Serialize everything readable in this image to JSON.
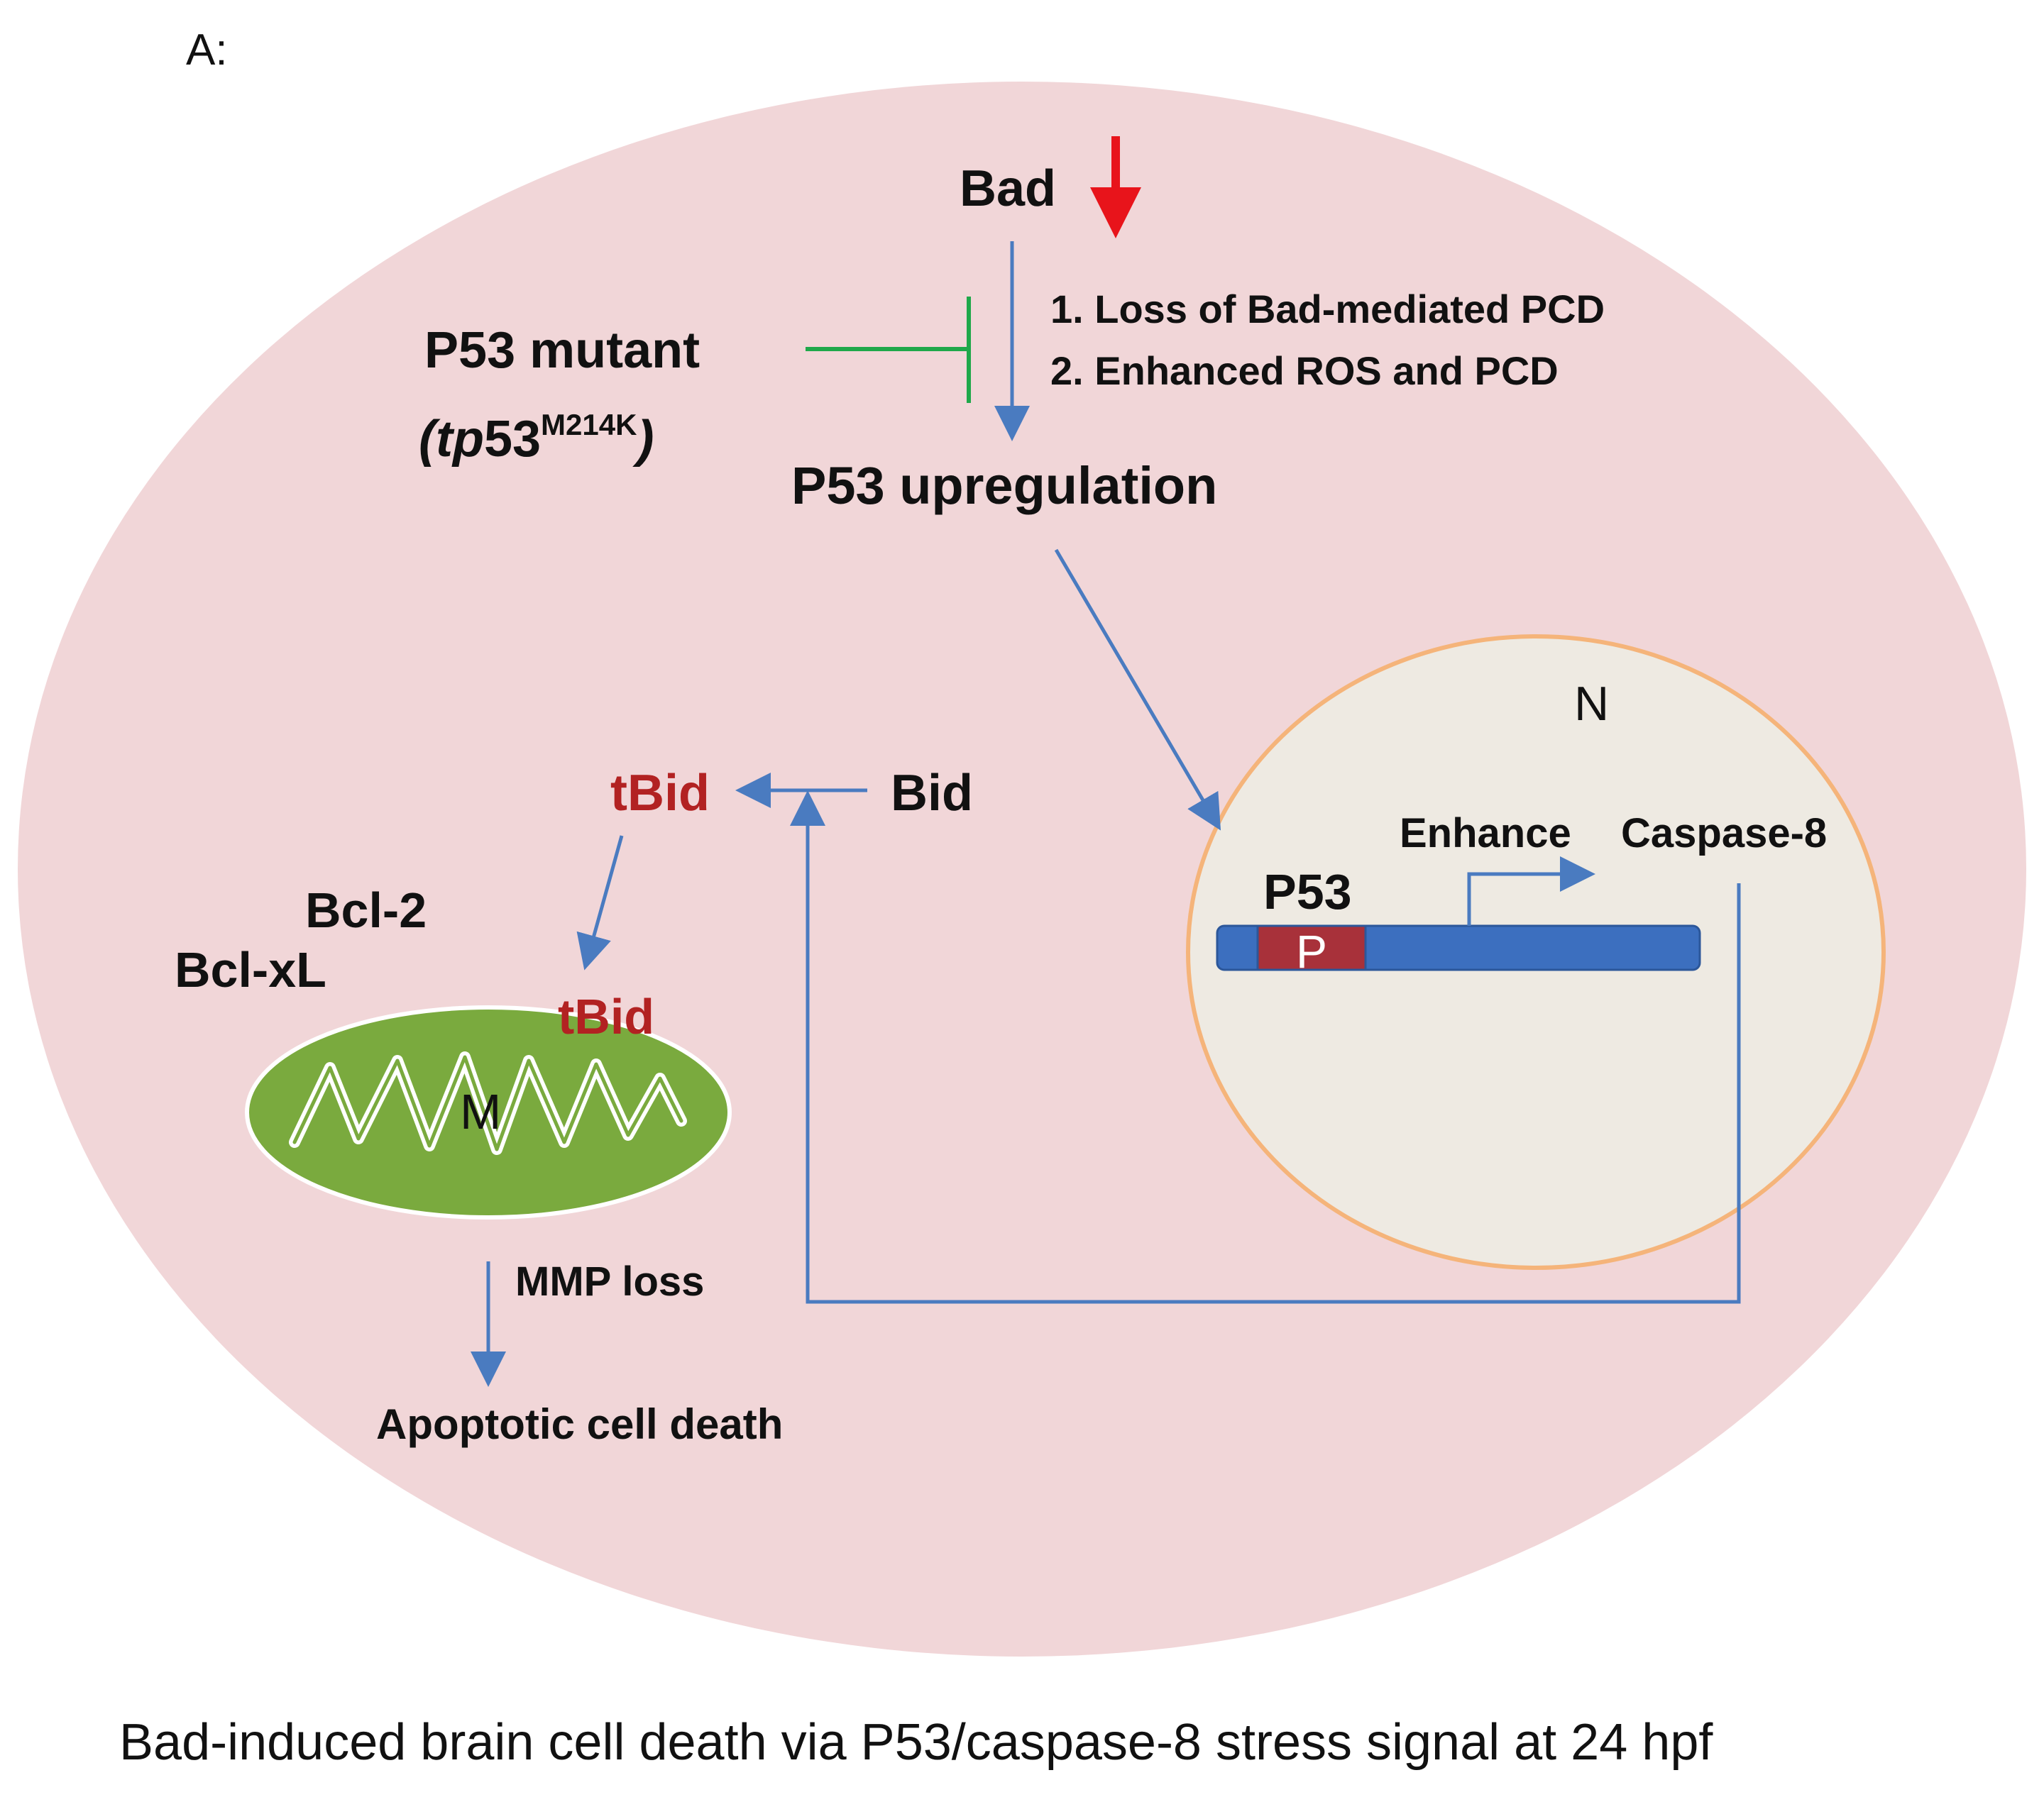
{
  "panel_label": "A:",
  "labels": {
    "bad": "Bad",
    "step_1": "1. Loss of Bad-mediated PCD",
    "step_2": "2. Enhanced ROS and PCD",
    "p53_mutant": "P53 mutant",
    "allele_open": "(",
    "allele_gene": "tp",
    "allele_num": "53",
    "allele_sup": "M214K",
    "allele_close": ")",
    "p53_upregulation": "P53 upregulation",
    "nucleus": "N",
    "bid": "Bid",
    "tbid_cytosol": "tBid",
    "tbid_mito": "tBid",
    "enhance": "Enhance",
    "caspase8": "Caspase-8",
    "p53_gene": "P53",
    "promoter": "P",
    "bcl2": "Bcl-2",
    "bclxl": "Bcl-xL",
    "mitochondrion": "M",
    "mmp_loss": "MMP loss",
    "apoptotic": "Apoptotic cell death"
  },
  "caption": "Bad-induced brain cell death via P53/caspase-8 stress signal at 24 hpf",
  "colors": {
    "cell_fill": "#f1d6d8",
    "nucleus_fill": "#eeeae2",
    "nucleus_stroke": "#f5b47a",
    "arrow_blue": "#4a7bc0",
    "arrow_red": "#e8141b",
    "inhibit_green": "#1fa84a",
    "gene_blue": "#3c6fbf",
    "promoter_red": "#a8313a",
    "mito_green": "#7aaa3e",
    "label_red": "#b22222"
  }
}
